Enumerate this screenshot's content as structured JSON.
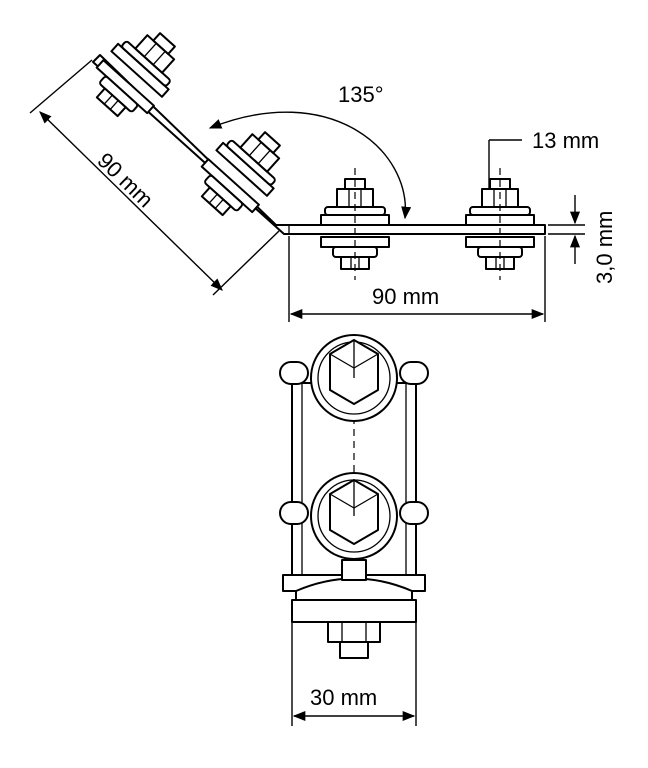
{
  "dimensions": {
    "angle": "135°",
    "bolt_spacing": "13 mm",
    "thickness": "3,0 mm",
    "leg_diagonal": "90 mm",
    "leg_horizontal": "90 mm",
    "width": "30 mm"
  }
}
